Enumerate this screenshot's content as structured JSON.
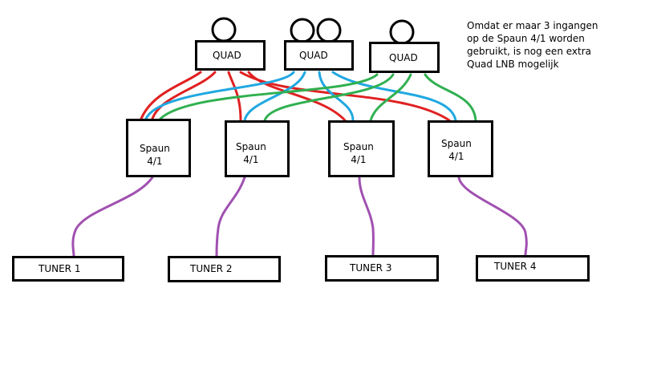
{
  "lnbs": [
    {
      "label": "QUAD",
      "dishes": 1
    },
    {
      "label": "QUAD",
      "dishes": 2
    },
    {
      "label": "QUAD",
      "dishes": 1
    }
  ],
  "switches": [
    {
      "line1": "Spaun",
      "line2": "4/1"
    },
    {
      "line1": "Spaun",
      "line2": "4/1"
    },
    {
      "line1": "Spaun",
      "line2": "4/1"
    },
    {
      "line1": "Spaun",
      "line2": "4/1"
    }
  ],
  "tuners": [
    {
      "label": "TUNER 1"
    },
    {
      "label": "TUNER 2"
    },
    {
      "label": "TUNER 3"
    },
    {
      "label": "TUNER 4"
    }
  ],
  "note": {
    "lines": [
      "Omdat er maar 3 ingangen",
      "op de Spaun 4/1 worden",
      "gebruikt, is nog een extra",
      "Quad LNB mogelijk"
    ]
  },
  "colors": {
    "lnb1_cable": "#e02020",
    "lnb2_cable": "#20a8e0",
    "lnb3_cable": "#30b050",
    "tuner_cable": "#a050b0",
    "outline": "#000000"
  }
}
